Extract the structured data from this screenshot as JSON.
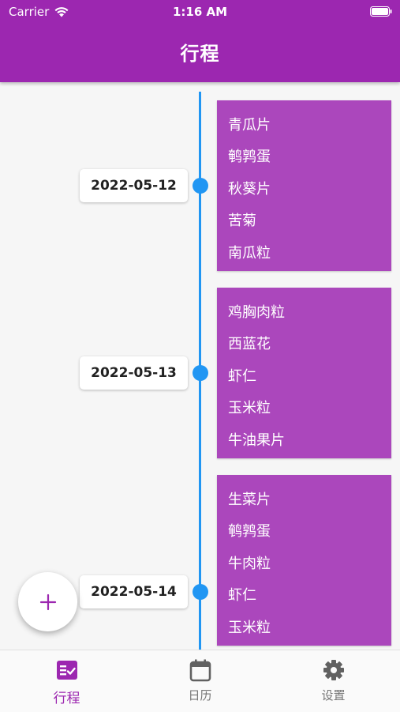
{
  "status_bar": {
    "carrier": "Carrier",
    "time": "1:16 AM"
  },
  "header": {
    "title": "行程"
  },
  "entries": [
    {
      "date": "2022-05-12",
      "items": [
        "青瓜片",
        "鹌鹑蛋",
        "秋葵片",
        "苦菊",
        "南瓜粒"
      ]
    },
    {
      "date": "2022-05-13",
      "items": [
        "鸡胸肉粒",
        "西蓝花",
        "虾仁",
        "玉米粒",
        "牛油果片"
      ]
    },
    {
      "date": "2022-05-14",
      "items": [
        "生菜片",
        "鹌鹑蛋",
        "牛肉粒",
        "虾仁",
        "玉米粒"
      ]
    }
  ],
  "fab": {
    "icon": "plus-icon"
  },
  "bottom_nav": {
    "items": [
      {
        "label": "行程",
        "icon": "itinerary-icon",
        "active": true
      },
      {
        "label": "日历",
        "icon": "calendar-icon",
        "active": false
      },
      {
        "label": "设置",
        "icon": "gear-icon",
        "active": false
      }
    ]
  },
  "colors": {
    "primary": "#9c27b0",
    "card": "#ab47bc",
    "timeline": "#2196f3",
    "inactive": "#757575"
  }
}
